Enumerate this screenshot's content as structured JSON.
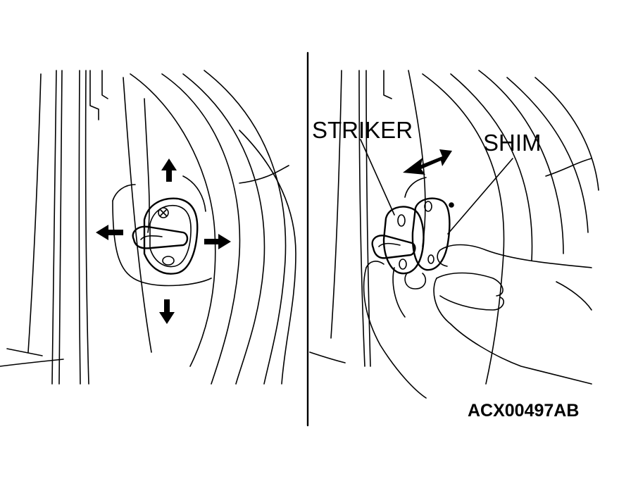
{
  "labels": {
    "striker": "STRIKER",
    "shim": "SHIM",
    "figure_code": "ACX00497AB"
  },
  "colors": {
    "ink": "#000000",
    "paper": "#ffffff"
  },
  "icons": {
    "adjust_arrows_left_panel": "four-way-arrow-icon",
    "slide_arrow_right_panel": "double-headed-arrow-icon"
  }
}
